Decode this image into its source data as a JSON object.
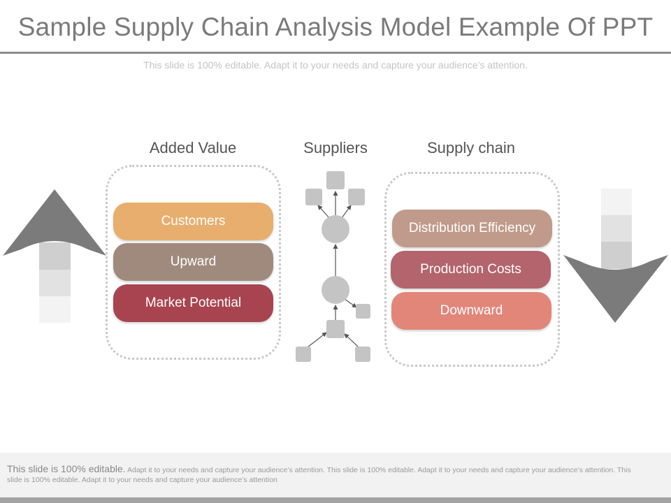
{
  "title": "Sample Supply Chain Analysis Model Example Of PPT",
  "subtitle": "This slide is 100% editable. Adapt it to your needs and capture your audience's attention.",
  "columns": {
    "added_value": "Added Value",
    "suppliers": "Suppliers",
    "supply_chain": "Supply chain"
  },
  "left_items": [
    {
      "label": "Customers",
      "color": "#E8AE6E"
    },
    {
      "label": "Upward",
      "color": "#A08A7E"
    },
    {
      "label": "Market Potential",
      "color": "#A84450"
    }
  ],
  "right_items": [
    {
      "label": "Distribution Efficiency",
      "color": "#C09A8A"
    },
    {
      "label": "Production Costs",
      "color": "#B3646C"
    },
    {
      "label": "Downward",
      "color": "#E2867A"
    }
  ],
  "footer": {
    "lead": "This slide is 100% editable.",
    "body": " Adapt it to your needs and capture your audience’s attention. This slide is 100% editable. Adapt it to your needs and capture your audience’s attention. This slide is 100% editable. Adapt it to your needs and capture your audience’s attention"
  },
  "colors": {
    "arrow": "#7b7b7b",
    "node": "#c4c4c4",
    "dotted_border": "#c8c8c8"
  }
}
